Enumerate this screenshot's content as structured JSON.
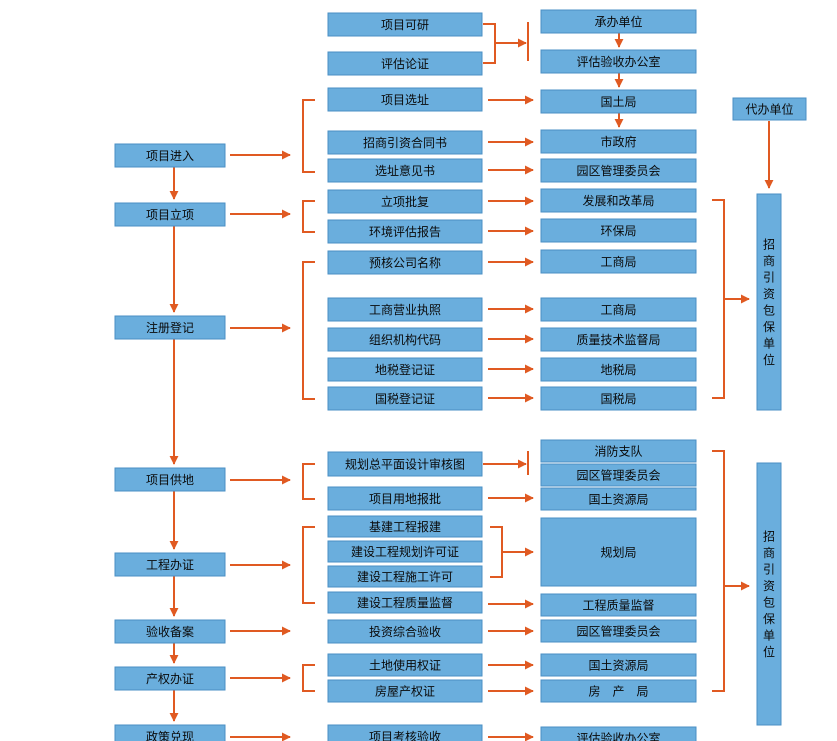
{
  "colors": {
    "box_fill": "#6aaedd",
    "box_stroke": "#4a8fc4",
    "text": "#0a0a0a",
    "arrow": "#e05a22"
  },
  "steps": [
    {
      "id": "s1",
      "label": "项目进入"
    },
    {
      "id": "s2",
      "label": "项目立项"
    },
    {
      "id": "s3",
      "label": "注册登记"
    },
    {
      "id": "s4",
      "label": "项目供地"
    },
    {
      "id": "s5",
      "label": "工程办证"
    },
    {
      "id": "s6",
      "label": "验收备案"
    },
    {
      "id": "s7",
      "label": "产权办证"
    },
    {
      "id": "s8",
      "label": "政策兑现"
    }
  ],
  "items": [
    {
      "id": "i1",
      "label": "项目可研"
    },
    {
      "id": "i2",
      "label": "评估论证"
    },
    {
      "id": "i3",
      "label": "项目选址"
    },
    {
      "id": "i4",
      "label": "招商引资合同书"
    },
    {
      "id": "i5",
      "label": "选址意见书"
    },
    {
      "id": "i6",
      "label": "立项批复"
    },
    {
      "id": "i7",
      "label": "环境评估报告"
    },
    {
      "id": "i8",
      "label": "预核公司名称"
    },
    {
      "id": "i9",
      "label": "工商营业执照"
    },
    {
      "id": "i10",
      "label": "组织机构代码"
    },
    {
      "id": "i11",
      "label": "地税登记证"
    },
    {
      "id": "i12",
      "label": "国税登记证"
    },
    {
      "id": "i13",
      "label": "规划总平面设计审核图"
    },
    {
      "id": "i14",
      "label": "项目用地报批"
    },
    {
      "id": "i15",
      "label": "基建工程报建"
    },
    {
      "id": "i16",
      "label": "建设工程规划许可证"
    },
    {
      "id": "i17",
      "label": "建设工程施工许可"
    },
    {
      "id": "i18",
      "label": "建设工程质量监督"
    },
    {
      "id": "i19",
      "label": "投资综合验收"
    },
    {
      "id": "i20",
      "label": "土地使用权证"
    },
    {
      "id": "i21",
      "label": "房屋产权证"
    },
    {
      "id": "i22",
      "label": "项目考核验收"
    }
  ],
  "agencies": [
    {
      "id": "a1",
      "label": "承办单位"
    },
    {
      "id": "a2",
      "label": "评估验收办公室"
    },
    {
      "id": "a3",
      "label": "国土局"
    },
    {
      "id": "a4",
      "label": "市政府"
    },
    {
      "id": "a5",
      "label": "园区管理委员会"
    },
    {
      "id": "a6",
      "label": "发展和改革局"
    },
    {
      "id": "a7",
      "label": "环保局"
    },
    {
      "id": "a8",
      "label": "工商局"
    },
    {
      "id": "a9",
      "label": "工商局"
    },
    {
      "id": "a10",
      "label": "质量技术监督局"
    },
    {
      "id": "a11",
      "label": "地税局"
    },
    {
      "id": "a12",
      "label": "国税局"
    },
    {
      "id": "a13",
      "label": "消防支队"
    },
    {
      "id": "a14",
      "label": "园区管理委员会"
    },
    {
      "id": "a15",
      "label": "国土资源局"
    },
    {
      "id": "a16",
      "label": "规划局"
    },
    {
      "id": "a17",
      "label": "工程质量监督"
    },
    {
      "id": "a18",
      "label": "园区管理委员会"
    },
    {
      "id": "a19",
      "label": "国土资源局"
    },
    {
      "id": "a20",
      "label": "房　产　局"
    },
    {
      "id": "a21",
      "label": "评估验收办公室"
    }
  ],
  "side": [
    {
      "id": "d1",
      "label": "代办单位"
    },
    {
      "id": "d2",
      "label": "招商引资包保单位"
    },
    {
      "id": "d3",
      "label": "招商引资包保单位"
    }
  ]
}
